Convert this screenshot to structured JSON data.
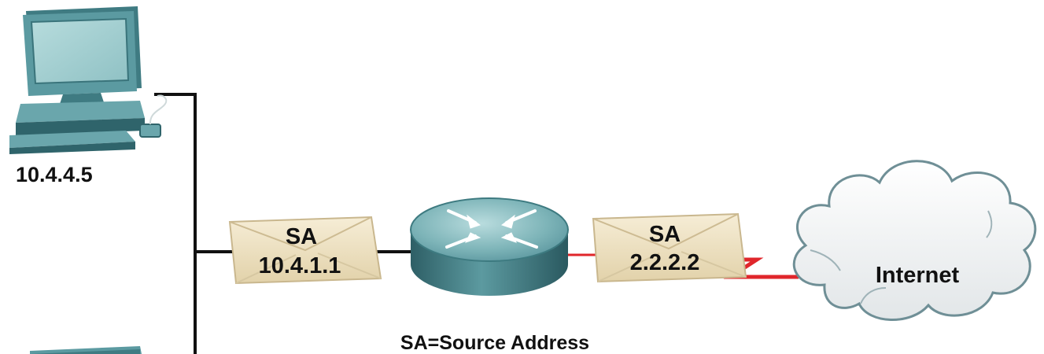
{
  "colors": {
    "background": "#ffffff",
    "wire": "#111111",
    "wan_link": "#e0262b",
    "device_teal": "#4f8f95",
    "device_dark": "#2d5d63",
    "device_light": "#a9d3d5",
    "envelope_fill": "#efe3c4",
    "envelope_edge": "#c9b78e",
    "cloud_fill": "#f4f5f6",
    "cloud_edge": "#6f8f96",
    "text": "#111111"
  },
  "host": {
    "icon": "desktop-computer-icon",
    "ip_label": "10.4.4.5"
  },
  "lower_host": {
    "icon": "desktop-computer-icon"
  },
  "envelope_inside": {
    "icon": "envelope-icon",
    "line1": "SA",
    "line2": "10.4.1.1"
  },
  "router": {
    "icon": "router-icon"
  },
  "envelope_outside": {
    "icon": "envelope-icon",
    "line1": "SA",
    "line2": "2.2.2.2"
  },
  "internet": {
    "icon": "cloud-icon",
    "label": "Internet"
  },
  "legend": {
    "text": "SA=Source Address"
  }
}
